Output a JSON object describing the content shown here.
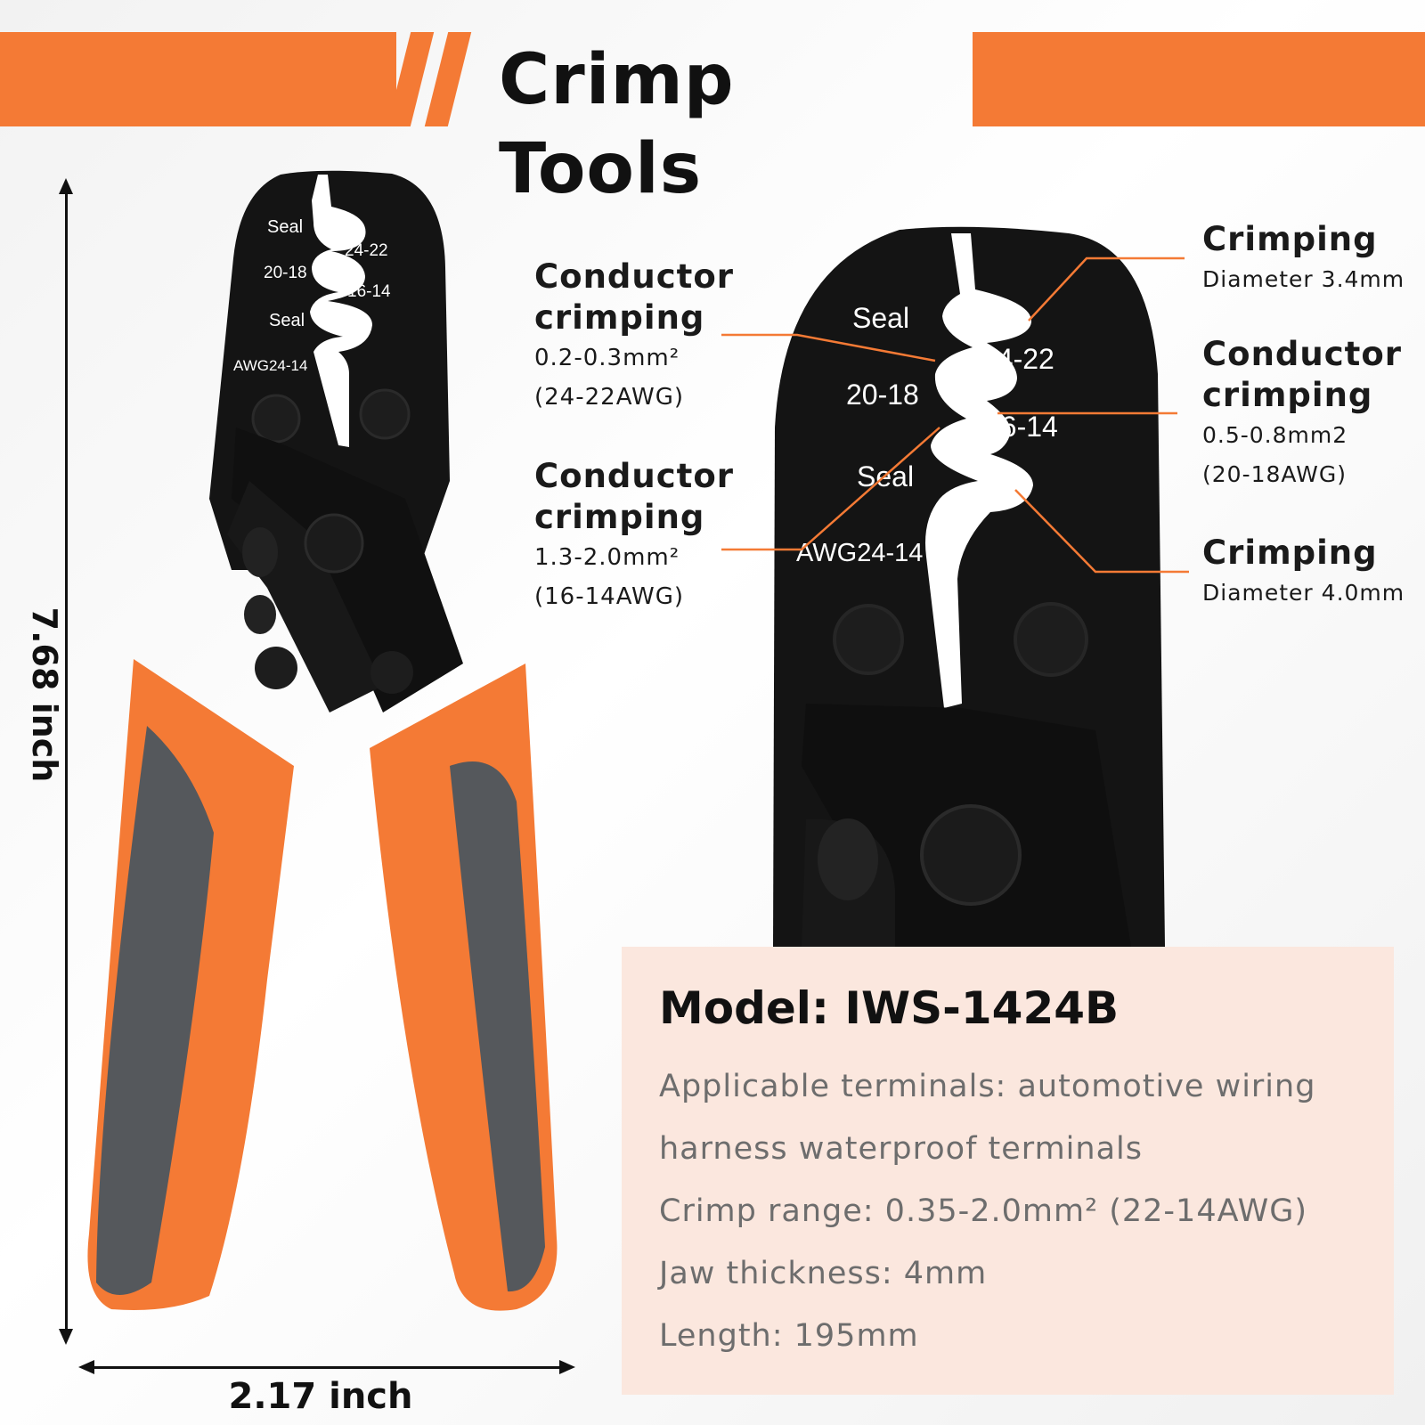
{
  "header": {
    "title": "Crimp Tools"
  },
  "dimensions": {
    "height": "7.68 inch",
    "width": "2.17 inch"
  },
  "jaw_labels": {
    "small": [
      "Seal",
      "24-22",
      "20-18",
      "16-14",
      "Seal",
      "AWG24-14"
    ],
    "large": [
      "Seal",
      "24-22",
      "20-18",
      "16-14",
      "Seal",
      "AWG24-14"
    ]
  },
  "annotations": {
    "conductor_left_1": {
      "title_l1": "Conductor",
      "title_l2": "crimping",
      "line1": "0.2-0.3mm²",
      "line2": "(24-22AWG)"
    },
    "conductor_left_2": {
      "title_l1": "Conductor",
      "title_l2": "crimping",
      "line1": "1.3-2.0mm²",
      "line2": "(16-14AWG)"
    },
    "crimping_right_1": {
      "title": "Crimping",
      "line1": "Diameter 3.4mm"
    },
    "conductor_right": {
      "title_l1": "Conductor",
      "title_l2": "crimping",
      "line1": "0.5-0.8mm2",
      "line2": "(20-18AWG)"
    },
    "crimping_right_2": {
      "title": "Crimping",
      "line1": "Diameter 4.0mm"
    }
  },
  "specs": {
    "model": "Model: IWS-1424B",
    "terminals_l1": "Applicable terminals: automotive wiring",
    "terminals_l2": "harness waterproof terminals",
    "crimp_range": "Crimp range: 0.35-2.0mm² (22-14AWG)",
    "jaw_thickness": "Jaw thickness: 4mm",
    "length": "Length: 195mm"
  },
  "colors": {
    "accent": "#f47a35",
    "tool_black": "#141414",
    "grip_gray": "#55585c",
    "panel": "#fbe7de"
  }
}
